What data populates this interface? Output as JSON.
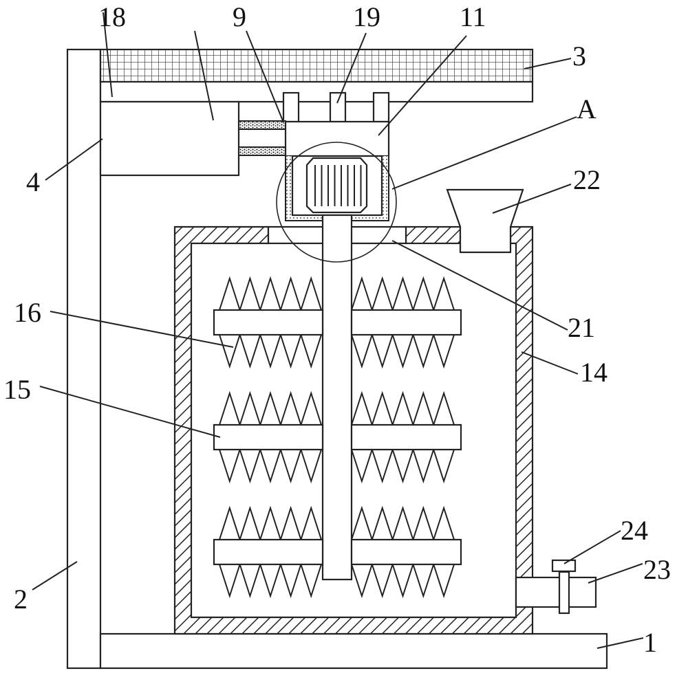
{
  "figure": {
    "title": "Mixing device with toothed stirring blades (patent drawing)",
    "detail_marker": "A",
    "labels": [
      {
        "id": "1",
        "part": "base"
      },
      {
        "id": "2",
        "part": "vertical-column"
      },
      {
        "id": "3",
        "part": "top-panel-mesh"
      },
      {
        "id": "4",
        "part": "housing-box"
      },
      {
        "id": "9",
        "part": "connecting-rods"
      },
      {
        "id": "11",
        "part": "motor-mount"
      },
      {
        "id": "14",
        "part": "mixing-tank-wall"
      },
      {
        "id": "15",
        "part": "stirring-blade"
      },
      {
        "id": "16",
        "part": "blade-teeth"
      },
      {
        "id": "18",
        "part": "support-plate"
      },
      {
        "id": "19",
        "part": "brackets"
      },
      {
        "id": "21",
        "part": "tank-top-opening"
      },
      {
        "id": "22",
        "part": "feed-hopper"
      },
      {
        "id": "23",
        "part": "discharge-pipe"
      },
      {
        "id": "24",
        "part": "valve-bolt"
      },
      {
        "id": "A",
        "part": "detail-circle"
      }
    ],
    "blade_rows": 3,
    "teeth_per_half_blade": 5
  }
}
